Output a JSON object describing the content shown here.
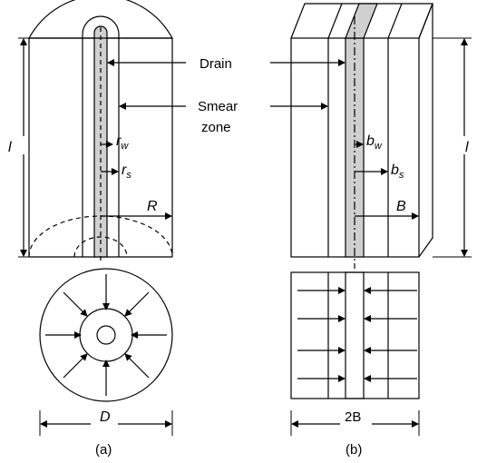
{
  "labels": {
    "drain": "Drain",
    "smear_line1": "Smear",
    "smear_line2": "zone",
    "l_left": "l",
    "l_right": "l",
    "rw_main": "r",
    "rw_sub": "w",
    "rs_main": "r",
    "rs_sub": "s",
    "R": "R",
    "bw_main": "b",
    "bw_sub": "w",
    "bs_main": "b",
    "bs_sub": "s",
    "B": "B",
    "D": "D",
    "twoB": "2B",
    "caption_a": "(a)",
    "caption_b": "(b)"
  }
}
